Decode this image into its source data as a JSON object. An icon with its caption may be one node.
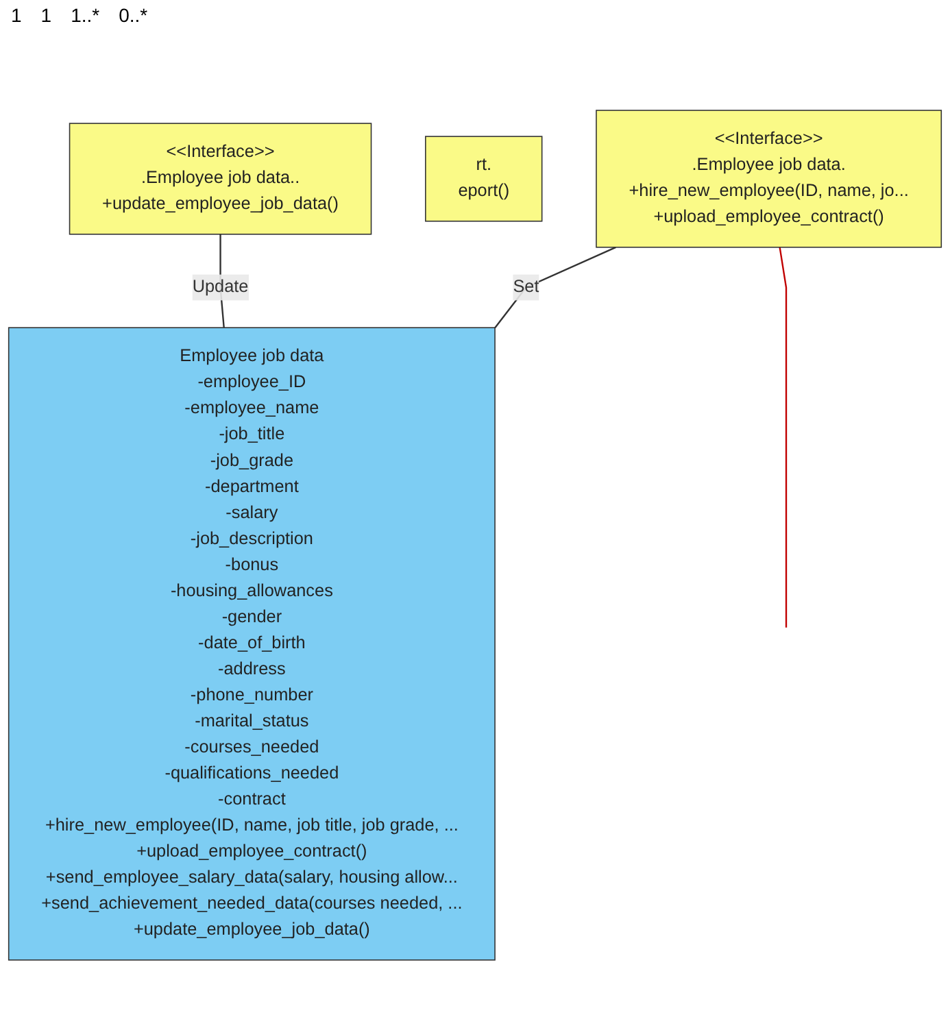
{
  "diagram": {
    "nodes": [
      {
        "text": [
          "<<Interface>>",
          ".Employee job data..",
          "+update_employee_job_data()"
        ]
      },
      {
        "text": [
          "rt.",
          "eport()"
        ]
      },
      {
        "text": [
          "<<Interface>>",
          ".Employee job data.",
          "+hire_new_employee(ID, name, jo...",
          "+upload_employee_contract()"
        ]
      },
      {
        "text": [
          "Employee  job data",
          "-employee_ID",
          "-employee_name",
          "-job_title",
          "-job_grade",
          "-department",
          "-salary",
          "-job_description",
          "-bonus",
          "-housing_allowances",
          "-gender",
          "-date_of_birth",
          "-address",
          "-phone_number",
          "-marital_status",
          "-courses_needed",
          "-qualifications_needed",
          "-contract",
          "+hire_new_employee(ID, name, job title, job grade, ...",
          "+upload_employee_contract()",
          "+send_employee_salary_data(salary, housing allow...",
          "+send_achievement_needed_data(courses needed, ...",
          "+update_employee_job_data()"
        ]
      }
    ],
    "edges": [
      {
        "from": 2,
        "to": 3,
        "arrow": "none",
        "label": "Set"
      },
      {
        "from": 0,
        "to": 3,
        "arrow": "none",
        "label": "Update"
      },
      {
        "from": 2,
        "to": null,
        "arrow": "none",
        "color": "#c00000"
      }
    ],
    "labels": [
      "1",
      "1",
      "1..*",
      "0..*"
    ]
  }
}
